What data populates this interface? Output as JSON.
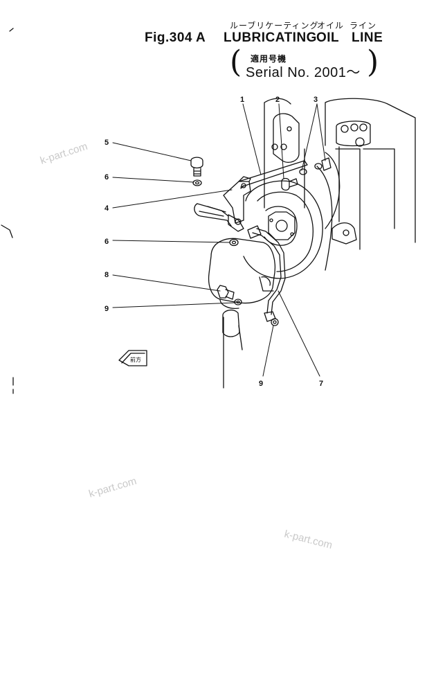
{
  "header": {
    "jp_title_1": "ルーブリケーティング",
    "jp_title_2": "オイル",
    "jp_title_3": "ライン",
    "fig_label": "Fig.304 A",
    "title_1": "LUBRICATING",
    "title_2": "OIL",
    "title_3": "LINE",
    "serial_jp": "適用号機",
    "serial": "Serial  No.  2001～"
  },
  "callouts": {
    "c1": "1",
    "c2": "2",
    "c3": "3",
    "c4": "4",
    "c5": "5",
    "c6a": "6",
    "c6b": "6",
    "c7": "7",
    "c8": "8",
    "c9a": "9",
    "c9b": "9"
  },
  "front_arrow_label": "前方",
  "watermarks": [
    "k-part.com",
    "k-part.com",
    "k-part.com"
  ]
}
